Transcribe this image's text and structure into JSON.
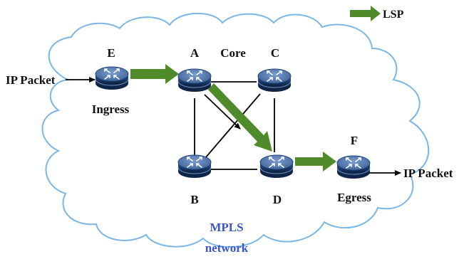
{
  "legend": {
    "label": "LSP",
    "arrow_color": "#4f8a2b"
  },
  "cloud": {
    "label_line1": "MPLS",
    "label_line2": "network",
    "stroke_color": "#7ab6e6"
  },
  "routers": {
    "E": {
      "name": "E",
      "role": "Ingress"
    },
    "A": {
      "name": "A"
    },
    "C": {
      "name": "C"
    },
    "B": {
      "name": "B"
    },
    "D": {
      "name": "D"
    },
    "F": {
      "name": "F",
      "role": "Egress"
    }
  },
  "core_label": "Core",
  "packets": {
    "in": "IP Packet",
    "out": "IP Packet"
  },
  "colors": {
    "router_body": "#1e3f73",
    "router_top": "#5577a8",
    "lsp": "#4f8a2b"
  }
}
